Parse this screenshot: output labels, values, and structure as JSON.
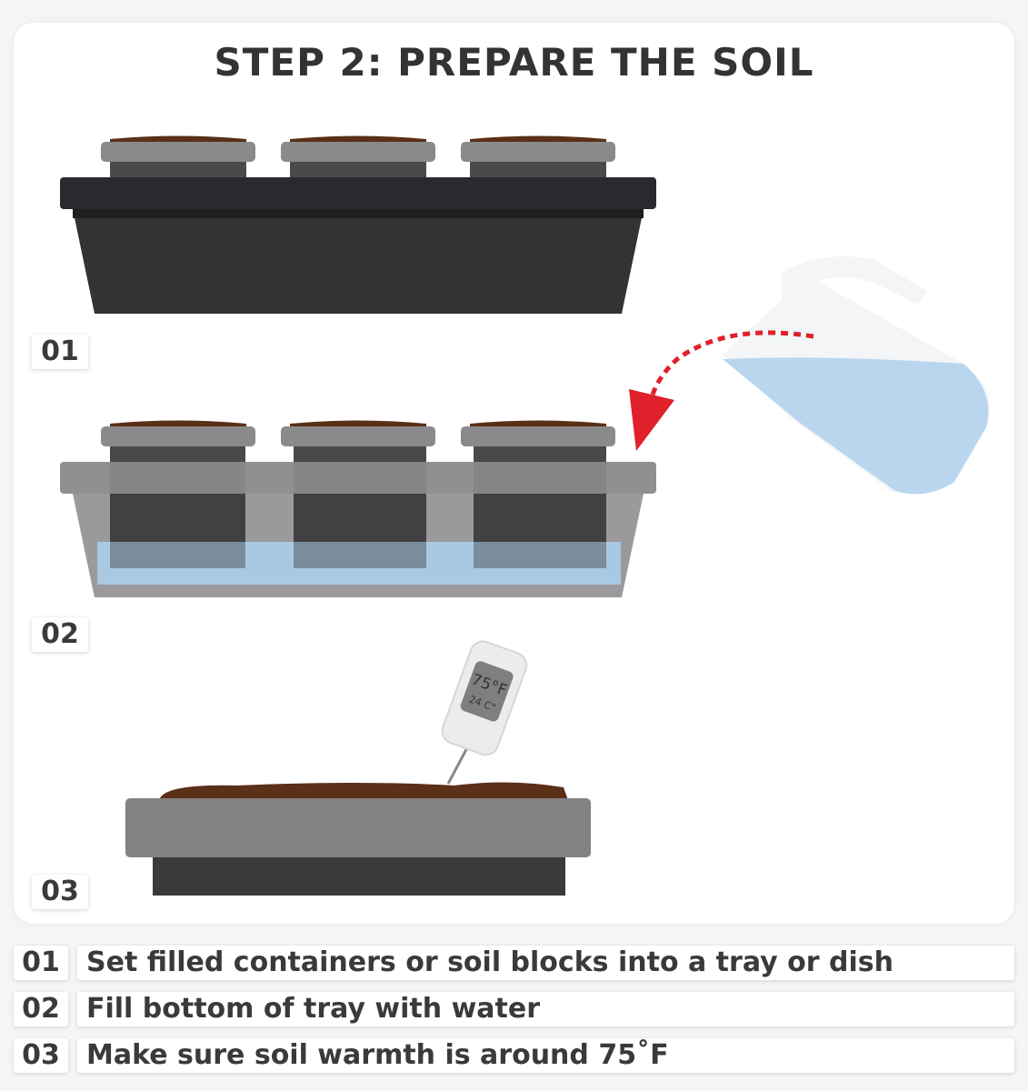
{
  "title": "STEP 2: PREPARE THE SOIL",
  "illustration_labels": [
    "01",
    "02",
    "03"
  ],
  "thermometer": {
    "fahrenheit": "75°F",
    "celsius": "24 C°"
  },
  "colors": {
    "soil": "#5a3018",
    "tray_dark": "#2c2c30",
    "tray_gray": "#888888",
    "water": "#a9c9e2",
    "arrow": "#e0202a"
  },
  "steps": [
    {
      "num": "01",
      "text": "Set filled containers or soil blocks into a tray or dish"
    },
    {
      "num": "02",
      "text": "Fill bottom of tray with water"
    },
    {
      "num": "03",
      "text": "Make sure soil warmth is around 75˚F"
    }
  ]
}
